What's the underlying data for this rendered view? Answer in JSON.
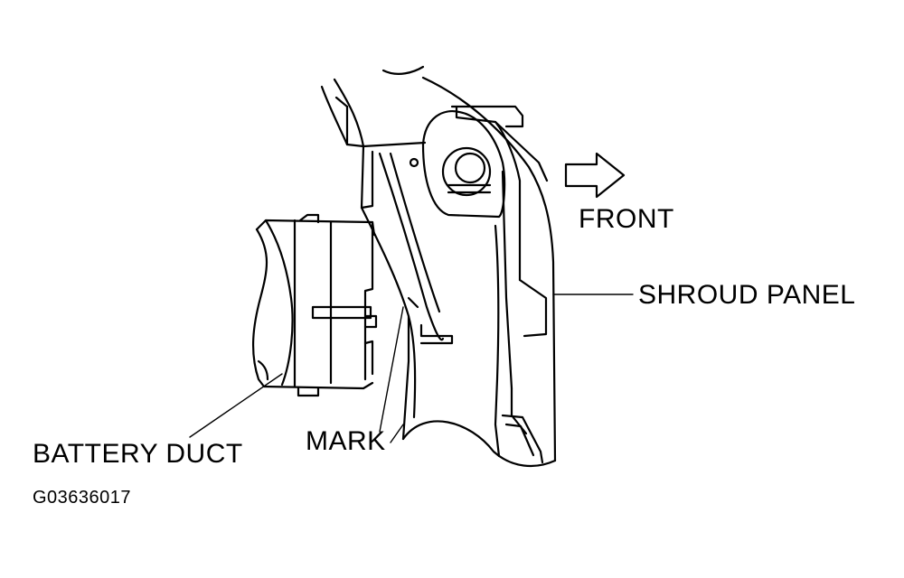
{
  "labels": {
    "front": "FRONT",
    "shroud_panel": "SHROUD PANEL",
    "mark": "MARK",
    "battery_duct": "BATTERY DUCT",
    "figure_code": "G03636017"
  },
  "icons": {
    "front_arrow": "arrow-right-outline-icon"
  },
  "colors": {
    "ink": "#000000",
    "paper": "#ffffff"
  }
}
